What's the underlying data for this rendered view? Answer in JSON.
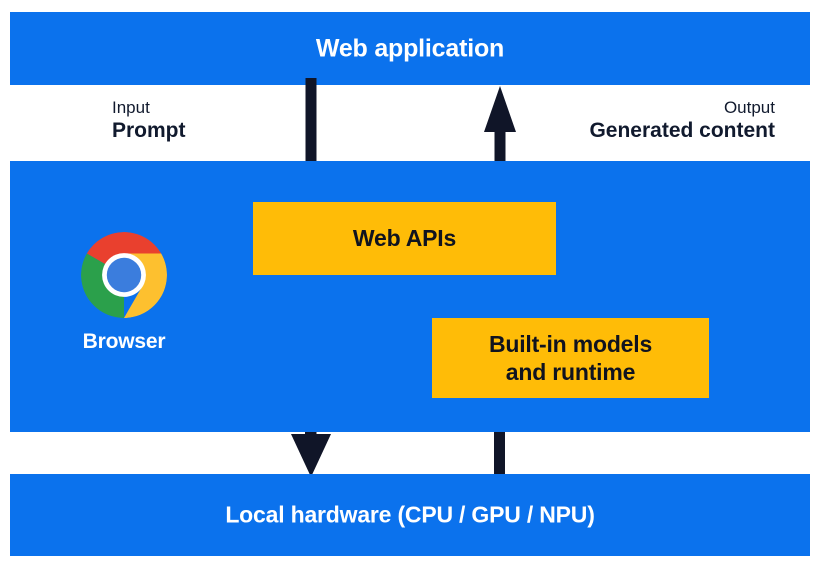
{
  "diagram": {
    "title_top": "Web application",
    "title_bottom": "Local hardware (CPU / GPU / NPU)",
    "browser_label": "Browser",
    "browser_icon": "chrome-logo-icon",
    "boxes": [
      {
        "id": "web-apis",
        "label": "Web APIs"
      },
      {
        "id": "built-in-models",
        "label": "Built-in models\nand runtime"
      }
    ],
    "flows": [
      {
        "id": "input",
        "kind": "Input",
        "value": "Prompt",
        "direction": "down"
      },
      {
        "id": "output",
        "kind": "Output",
        "value": "Generated content",
        "direction": "up"
      }
    ],
    "colors": {
      "band_blue": "#0b72ed",
      "box_yellow": "#ffbc07",
      "arrow_navy": "#101528",
      "band_text": "#ffffff",
      "box_text": "#10131f",
      "flow_text": "#111a2e",
      "page_background": "#ffffff",
      "chrome_red": "#e9402e",
      "chrome_yellow": "#fdc02f",
      "chrome_green": "#2ba04b",
      "chrome_blue": "#3b7ddd",
      "chrome_ring": "#ffffff"
    }
  }
}
